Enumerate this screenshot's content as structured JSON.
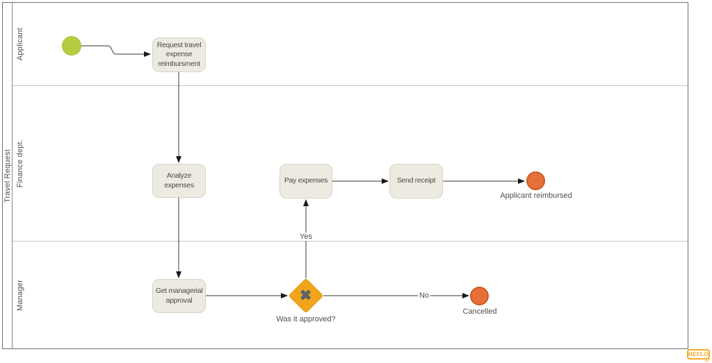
{
  "diagram": {
    "pool_label": "Travel Request",
    "lanes": [
      {
        "label": "Applicant"
      },
      {
        "label": "Finance dept."
      },
      {
        "label": "Manager"
      }
    ]
  },
  "nodes": {
    "start_event": {
      "name": "start-event"
    },
    "task_request": {
      "label": "Request travel expense reimbursment"
    },
    "task_analyze": {
      "label": "Analyze expenses"
    },
    "task_pay": {
      "label": "Pay expenses"
    },
    "task_send": {
      "label": "Send receipt"
    },
    "task_approval": {
      "label": "Get managerial approval"
    },
    "gateway": {
      "label": "Was it approved?",
      "icon": "✖"
    },
    "end_reimbursed": {
      "label": "Applicant reimbursed"
    },
    "end_cancelled": {
      "label": "Cancelled"
    }
  },
  "edge_labels": {
    "yes": "Yes",
    "no": "No"
  },
  "watermark": {
    "text": "HEFLO"
  },
  "colors": {
    "start_event_fill": "#B7CC40",
    "task_fill": "#EDEAE2",
    "task_border": "#D6D2C4",
    "gateway_fill": "#F2A51A",
    "gateway_x": "#5C6365",
    "end_event_fill": "#E7703A",
    "end_event_border": "#C95B23",
    "flow_line": "#5A5A5A",
    "watermark_orange": "#F7A823"
  }
}
